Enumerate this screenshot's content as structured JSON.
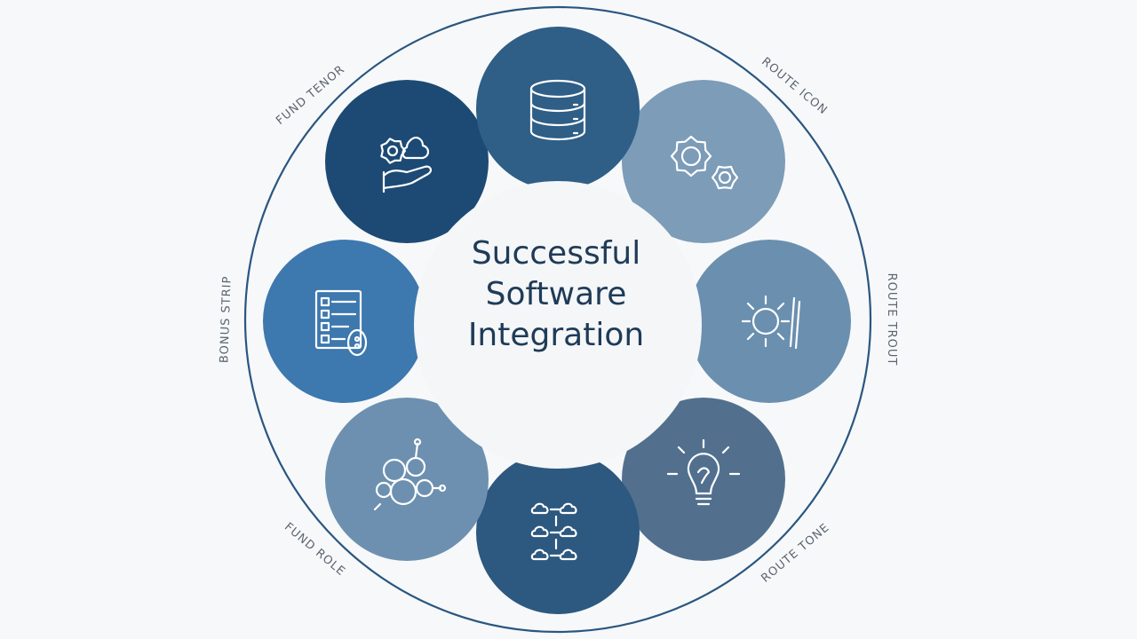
{
  "center": {
    "lines": [
      "Successful",
      "Software",
      "Integration"
    ]
  },
  "ring_labels": [
    {
      "text": "FUND TENOR",
      "side": "top-left"
    },
    {
      "text": "ROUTE ICON",
      "side": "top-right"
    },
    {
      "text": "BONUS STRIP",
      "side": "left"
    },
    {
      "text": "ROUTE TROUT",
      "side": "right"
    },
    {
      "text": "FUND ROLE",
      "side": "bottom-left"
    },
    {
      "text": "ROUTE TONE",
      "side": "bottom-right"
    }
  ],
  "petals": [
    {
      "id": "database",
      "icon": "database-icon",
      "color": "#2f5e86"
    },
    {
      "id": "gears",
      "icon": "gears-icon",
      "color": "#7c9cb8"
    },
    {
      "id": "ideas",
      "icon": "sun-brush-icon",
      "color": "#6b8faf"
    },
    {
      "id": "lightbulb",
      "icon": "lightbulb-icon",
      "color": "#52708e"
    },
    {
      "id": "flowchart",
      "icon": "flowchart-icon",
      "color": "#2d5880"
    },
    {
      "id": "collaboration",
      "icon": "collaboration-icon",
      "color": "#6d90b0"
    },
    {
      "id": "checklist",
      "icon": "checklist-icon",
      "color": "#3d78ae"
    },
    {
      "id": "cloud-hand",
      "icon": "cloud-hand-icon",
      "color": "#1c4a74"
    }
  ],
  "colors": {
    "ring": "#1f4e79",
    "center_fill": "#f4f6f8",
    "text": "#1f3b57"
  }
}
